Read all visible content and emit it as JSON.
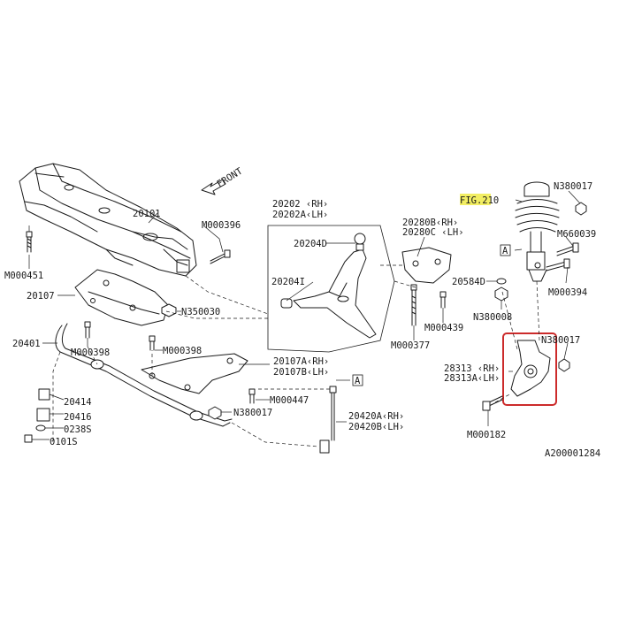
{
  "diagram": {
    "front_label": "FRONT",
    "fig_ref": "FIG.210",
    "ref_marker": "A",
    "drawing_number": "A200001284",
    "highlight_color": "#cc2b2b",
    "fig_highlight_color": "#f2ee63",
    "labels": {
      "p20101": "20101",
      "m000396": "M000396",
      "m000451": "M000451",
      "p20107": "20107",
      "n350030": "N350030",
      "p20401": "20401",
      "m000398a": "M000398",
      "m000398b": "M000398",
      "p20107a": "20107A‹RH›",
      "p20107b": "20107B‹LH›",
      "m000447": "M000447",
      "n380017a": "N380017",
      "p20414": "20414",
      "p20416": "20416",
      "p0238s": "0238S",
      "p0101s": "0101S",
      "p20420a": "20420A‹RH›",
      "p20420b": "20420B‹LH›",
      "p20202": "20202 ‹RH›",
      "p20202a": "20202A‹LH›",
      "p20204d": "20204D",
      "p20204i": "20204I",
      "p20280b": "20280B‹RH›",
      "p20280c": "20280C ‹LH›",
      "p20584d": "20584D",
      "m000377": "M000377",
      "m000439": "M000439",
      "n380008": "N380008",
      "n380017b": "N380017",
      "m660039": "M660039",
      "m000394": "M000394",
      "n380017c": "N380017",
      "p28313": "28313 ‹RH›",
      "p28313a": "28313A‹LH›",
      "m000182": "M000182"
    }
  }
}
